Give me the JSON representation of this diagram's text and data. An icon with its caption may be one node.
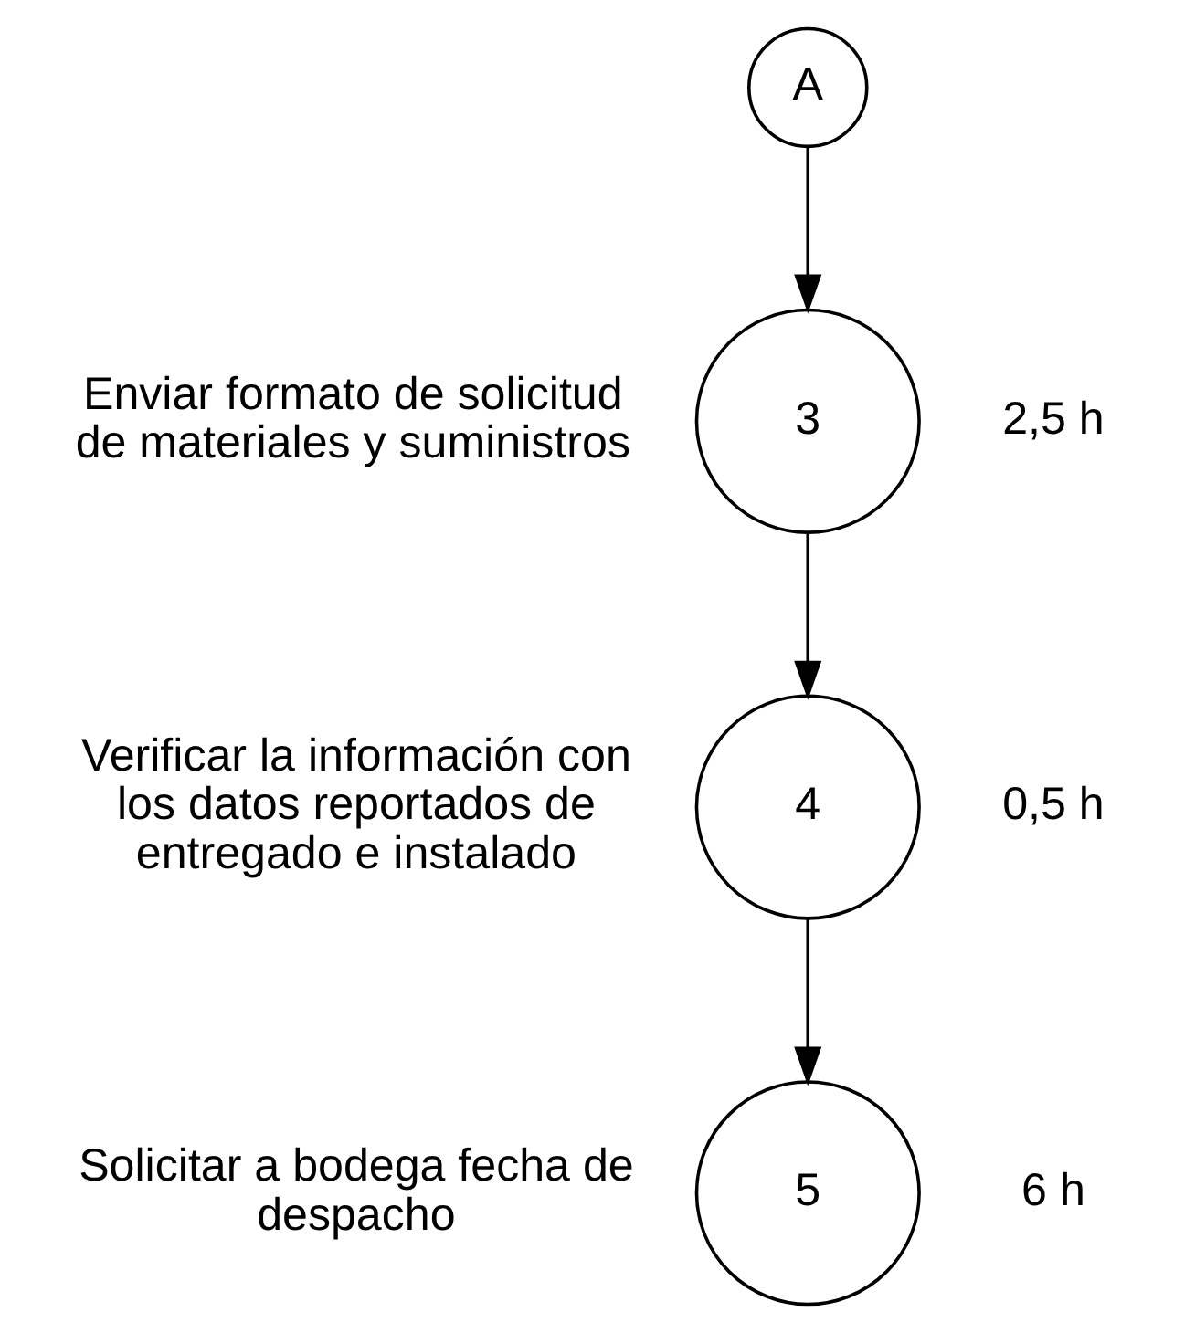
{
  "diagram": {
    "nodes": [
      {
        "text": [
          "A"
        ]
      },
      {
        "text": [
          "3"
        ],
        "beside": [
          "Enviar formato de solicitud de materiales y suministros",
          "2,5 h"
        ]
      },
      {
        "text": [
          "4"
        ],
        "beside": [
          "Verificar la información con los datos reportados de entregado e instalado",
          "0,5 h"
        ]
      },
      {
        "text": [
          "5"
        ],
        "beside": [
          "Solicitar a bodega fecha de despacho",
          "6 h"
        ]
      }
    ],
    "edges": [
      {
        "from": 0,
        "to": 1,
        "arrow": "to"
      },
      {
        "from": 1,
        "to": 2,
        "arrow": "to"
      },
      {
        "from": 2,
        "to": 3,
        "arrow": "to"
      }
    ]
  }
}
